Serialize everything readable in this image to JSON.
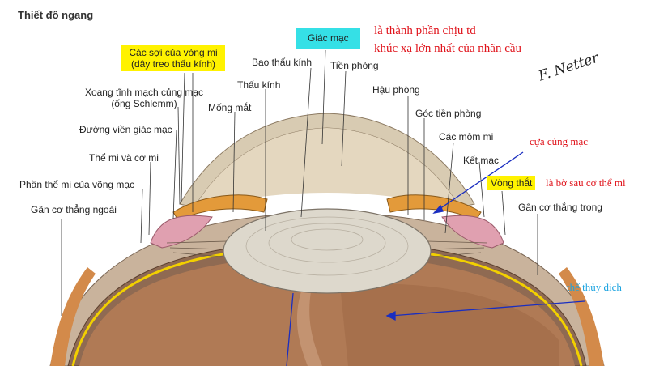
{
  "title": "Thiết đồ ngang",
  "signature": "F. Netter",
  "labels": {
    "cac_soi_vong_mi_1": "Các sợi của vòng mi",
    "cac_soi_vong_mi_2": "(dây treo thấu kính)",
    "giac_mac": "Giác mạc",
    "bao_thau_kinh": "Bao thấu kính",
    "tien_phong": "Tiền phòng",
    "thau_kinh": "Thấu kính",
    "hau_phong": "Hậu phòng",
    "xoang_1": "Xoang tĩnh mạch củng mạc",
    "xoang_2": "(ống Schlemm)",
    "mong_mat": "Mống mắt",
    "goc_tien_phong": "Góc tiền phòng",
    "duong_vien": "Đường viền giác mạc",
    "cac_mom_mi": "Các mỏm mi",
    "the_mi": "Thể mi và cơ mi",
    "ket_mac": "Kết mạc",
    "phan_the_mi": "Phần thể mi của võng mạc",
    "vong_that": "Vòng thắt",
    "gan_ngoai": "Gân cơ thẳng ngoài",
    "gan_trong": "Gân cơ thẳng trong"
  },
  "annotations": {
    "red_1": "là thành phần chịu td",
    "red_2": "khúc xạ lớn nhất của nhãn cầu",
    "cua_cung_mac": "cựa củng mạc",
    "bo_sau": "là bờ sau cơ thể mi",
    "the_thuy_dich": "thể thủy dịch"
  },
  "colors": {
    "sclera": "#b89a80",
    "vitreous": "#b07a55",
    "cornea": "#d9cdb6",
    "lens": "#ddd8cc",
    "iris": "#e39a3a",
    "ciliary": "#e0a0b0",
    "yellow_line": "#f2d000",
    "arrow": "#1a2ec0"
  }
}
